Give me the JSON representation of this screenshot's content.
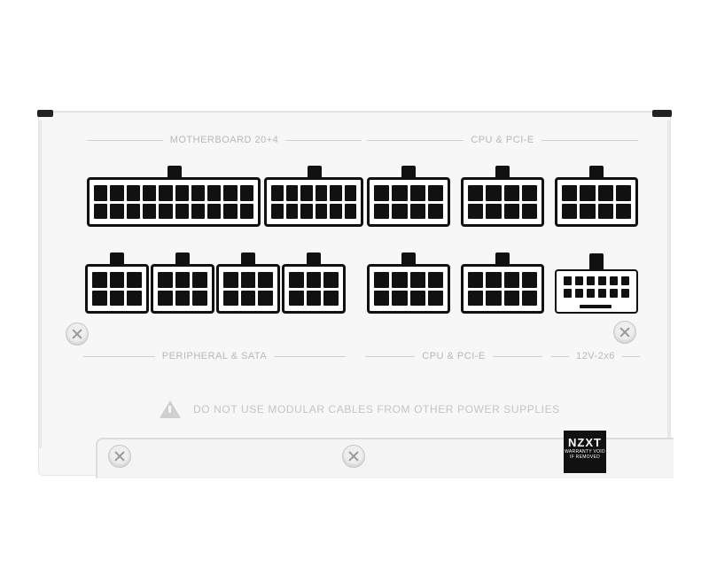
{
  "labels": {
    "motherboard": "MOTHERBOARD 20+4",
    "cpu_pcie_top": "CPU & PCI-E",
    "peripheral": "PERIPHERAL & SATA",
    "cpu_pcie_bottom": "CPU & PCI-E",
    "twelve_v": "12V-2x6"
  },
  "warning": {
    "icon": "warning-triangle-icon",
    "text": "DO NOT USE MODULAR CABLES FROM OTHER POWER SUPPLIES"
  },
  "badge": {
    "brand": "NZXT",
    "line1": "WARRANTY VOID",
    "line2": "IF REMOVED"
  },
  "colors": {
    "panel": "#f7f7f7",
    "connector_outline": "#111111",
    "label_gray": "#b8b8b8"
  }
}
